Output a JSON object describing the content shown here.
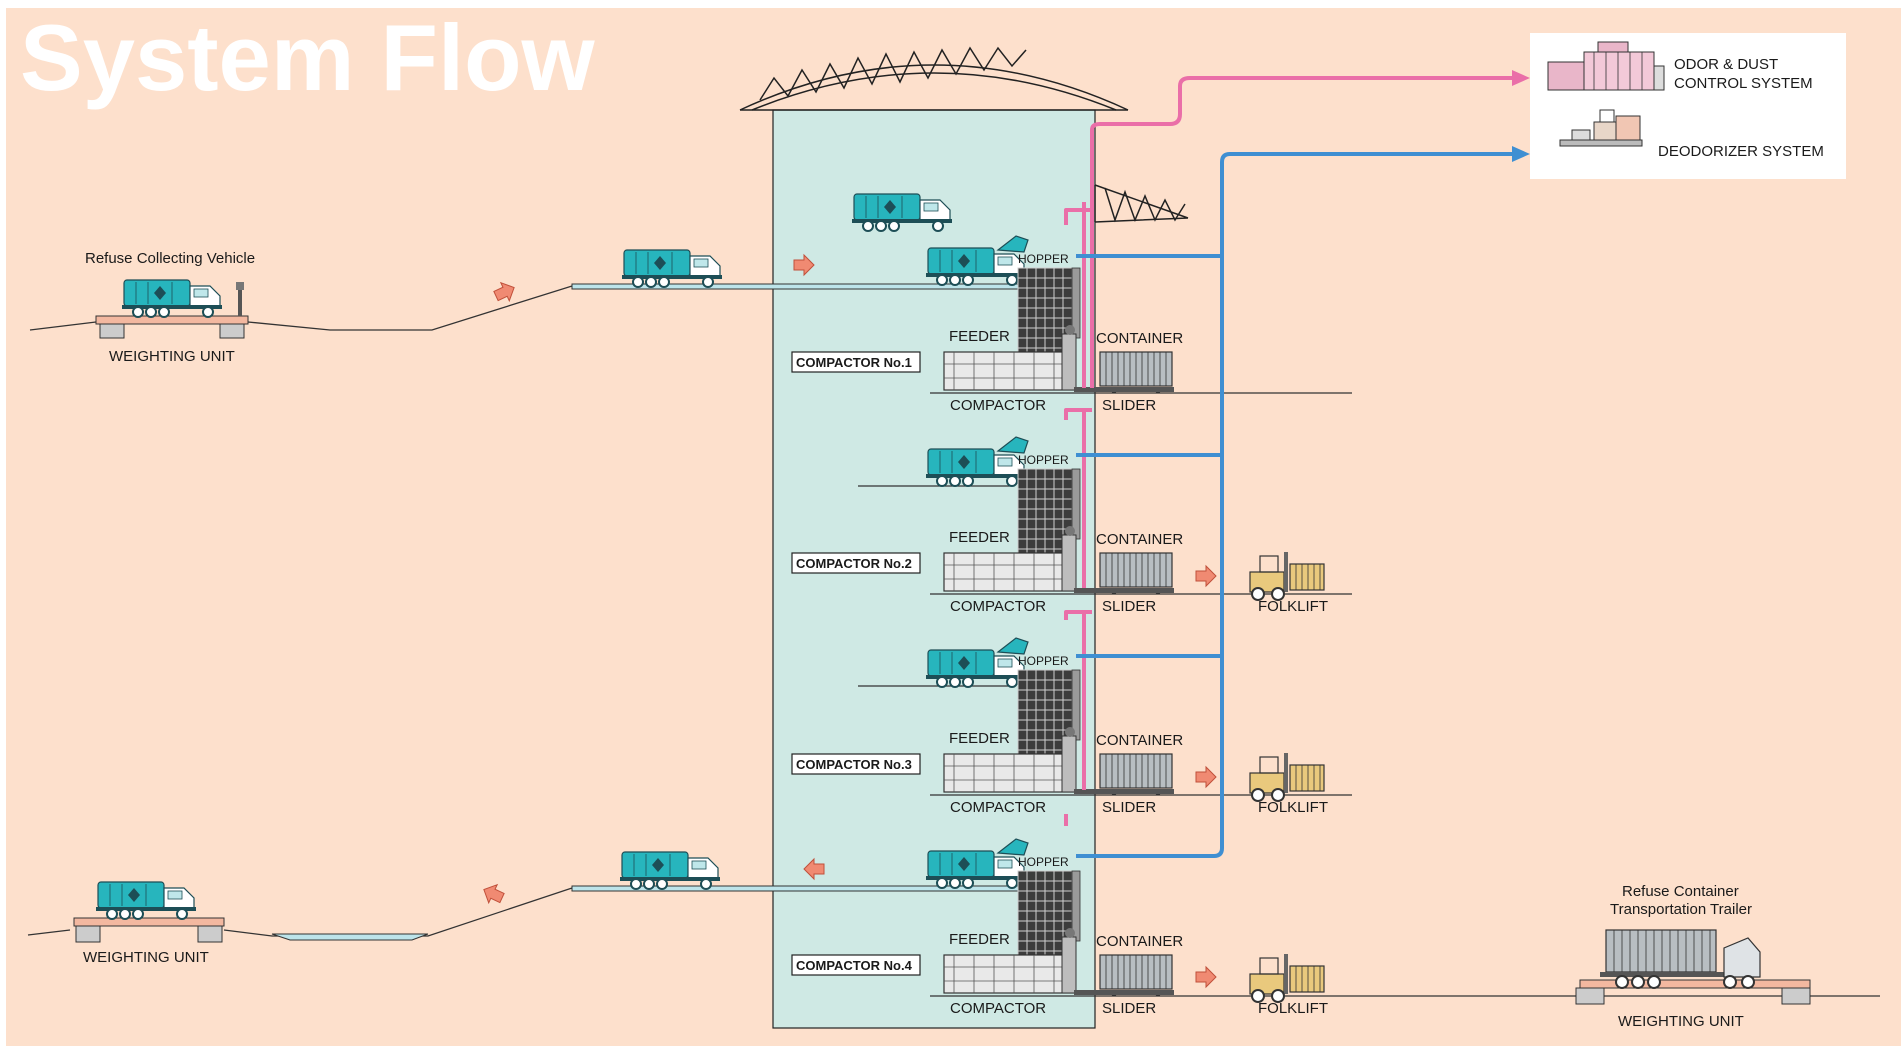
{
  "title": "System Flow",
  "colors": {
    "background": "#fde0cc",
    "building": "#cfe9e4",
    "truck": "#27b5bd",
    "pink_duct": "#ea6fa8",
    "blue_duct": "#3f8fd2",
    "arrow": "#f08a72",
    "forklift": "#e9c97d"
  },
  "inlet": {
    "vehicle_label": "Refuse Collecting Vehicle",
    "weighing_label": "WEIGHTING UNIT"
  },
  "outlet": {
    "weighing_label": "WEIGHTING UNIT"
  },
  "trailer": {
    "label_line1": "Refuse Container",
    "label_line2": "Transportation Trailer",
    "weighing_label": "WEIGHTING UNIT"
  },
  "systems": {
    "odor_line1": "ODOR & DUST",
    "odor_line2": "CONTROL SYSTEM",
    "deodorizer": "DEODORIZER SYSTEM"
  },
  "floors": [
    {
      "compactor": "COMPACTOR No.1",
      "hopper": "HOPPER",
      "feeder": "FEEDER",
      "container": "CONTAINER",
      "compactor_label": "COMPACTOR",
      "slider": "SLIDER",
      "forklift": ""
    },
    {
      "compactor": "COMPACTOR No.2",
      "hopper": "HOPPER",
      "feeder": "FEEDER",
      "container": "CONTAINER",
      "compactor_label": "COMPACTOR",
      "slider": "SLIDER",
      "forklift": "FOLKLIFT"
    },
    {
      "compactor": "COMPACTOR No.3",
      "hopper": "HOPPER",
      "feeder": "FEEDER",
      "container": "CONTAINER",
      "compactor_label": "COMPACTOR",
      "slider": "SLIDER",
      "forklift": "FOLKLIFT"
    },
    {
      "compactor": "COMPACTOR No.4",
      "hopper": "HOPPER",
      "feeder": "FEEDER",
      "container": "CONTAINER",
      "compactor_label": "COMPACTOR",
      "slider": "SLIDER",
      "forklift": "FOLKLIFT"
    }
  ]
}
